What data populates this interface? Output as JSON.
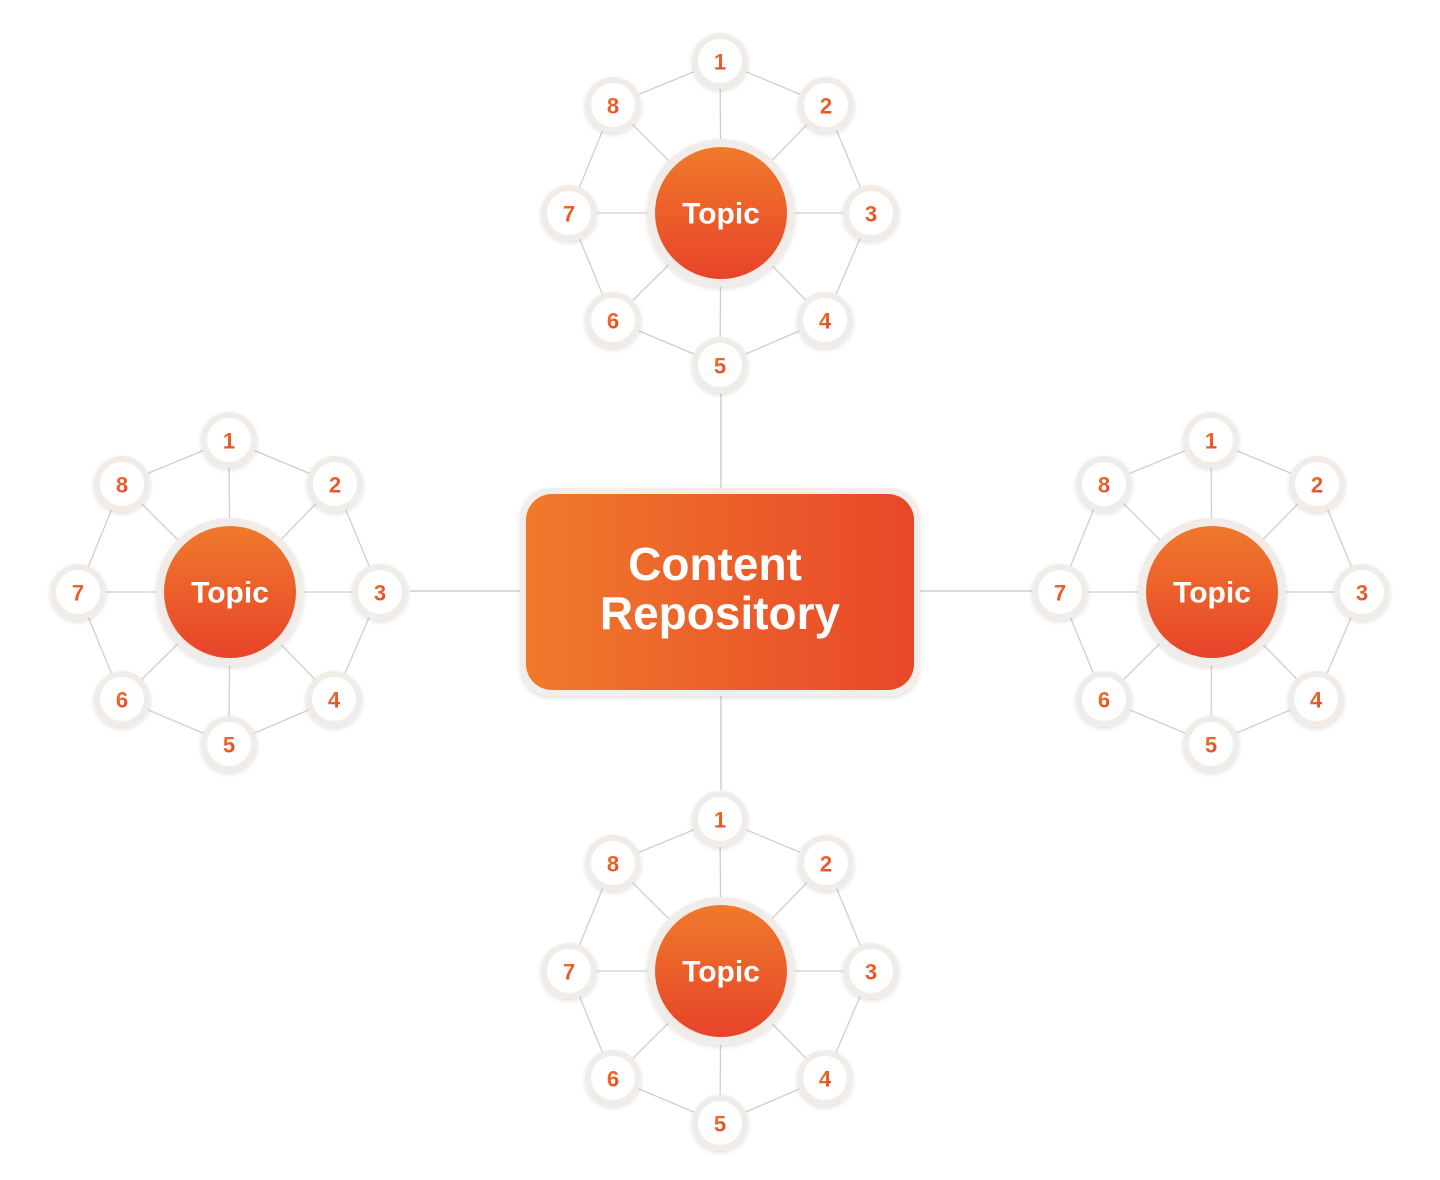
{
  "center": {
    "line1": "Content",
    "line2": "Repository"
  },
  "clusters": [
    {
      "position": "top",
      "hub_label": "Topic",
      "sub_labels": [
        "1",
        "2",
        "3",
        "4",
        "5",
        "6",
        "7",
        "8"
      ]
    },
    {
      "position": "left",
      "hub_label": "Topic",
      "sub_labels": [
        "1",
        "2",
        "3",
        "4",
        "5",
        "6",
        "7",
        "8"
      ]
    },
    {
      "position": "right",
      "hub_label": "Topic",
      "sub_labels": [
        "1",
        "2",
        "3",
        "4",
        "5",
        "6",
        "7",
        "8"
      ]
    },
    {
      "position": "bottom",
      "hub_label": "Topic",
      "sub_labels": [
        "1",
        "2",
        "3",
        "4",
        "5",
        "6",
        "7",
        "8"
      ]
    }
  ],
  "colors": {
    "accent_light": "#ef7a2b",
    "accent_dark": "#e8482a",
    "connector": "#cfcfcf",
    "node_fill": "#ffffff",
    "node_ring": "#f1ece7"
  }
}
